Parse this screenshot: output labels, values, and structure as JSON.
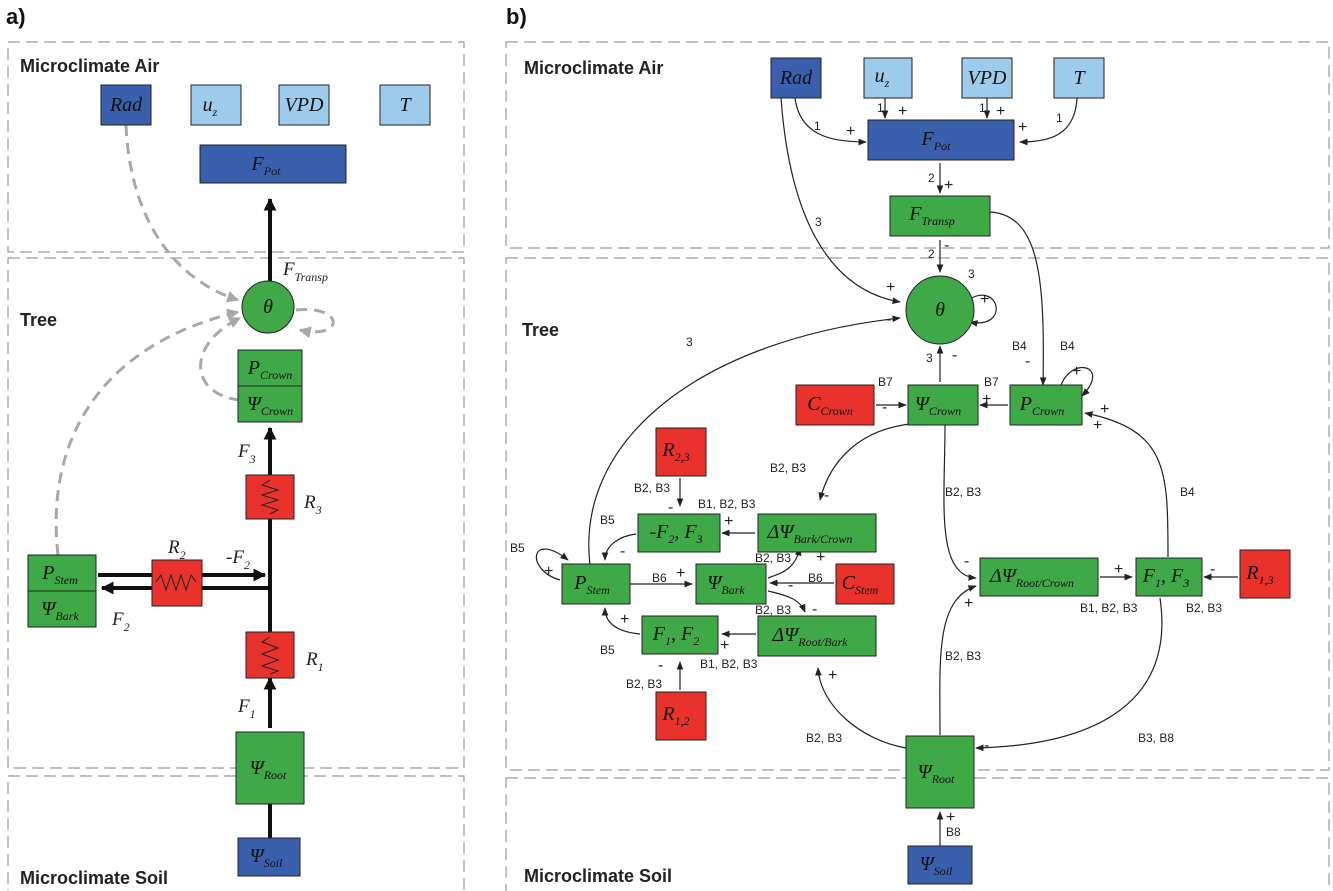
{
  "panel_a": {
    "label": "a)",
    "zones": {
      "air": "Microclimate Air",
      "tree": "Tree",
      "soil": "Microclimate Soil"
    },
    "inputs": {
      "rad": "Rad",
      "u": "u",
      "u_sub": "z",
      "vpd": "VPD",
      "t": "T"
    },
    "fpot": {
      "main": "F",
      "sub": "Pot"
    },
    "theta": "θ",
    "ftransp": {
      "main": "F",
      "sub": "Transp"
    },
    "pcrown": {
      "main": "P",
      "sub": "Crown"
    },
    "psicrown": {
      "main": "Ψ",
      "sub": "Crown"
    },
    "f3": {
      "main": "F",
      "sub": "3"
    },
    "r3": {
      "main": "R",
      "sub": "3"
    },
    "r2": {
      "main": "R",
      "sub": "2"
    },
    "negf2": {
      "main": "-F",
      "sub": "2"
    },
    "f2": {
      "main": "F",
      "sub": "2"
    },
    "pstem": {
      "main": "P",
      "sub": "Stem"
    },
    "psibark": {
      "main": "Ψ",
      "sub": "Bark"
    },
    "r1": {
      "main": "R",
      "sub": "1"
    },
    "f1": {
      "main": "F",
      "sub": "1"
    },
    "psiroot": {
      "main": "Ψ",
      "sub": "Root"
    },
    "psisoil": {
      "main": "Ψ",
      "sub": "Soil"
    }
  },
  "panel_b": {
    "label": "b)",
    "zones": {
      "air": "Microclimate Air",
      "tree": "Tree",
      "soil": "Microclimate Soil"
    },
    "inputs": {
      "rad": "Rad",
      "u": "u",
      "u_sub": "z",
      "vpd": "VPD",
      "t": "T"
    },
    "fpot": {
      "main": "F",
      "sub": "Pot"
    },
    "ftransp": {
      "main": "F",
      "sub": "Transp"
    },
    "theta": "θ",
    "psicrown": {
      "main": "Ψ",
      "sub": "Crown"
    },
    "ccrown": {
      "main": "C",
      "sub": "Crown"
    },
    "pcrown": {
      "main": "P",
      "sub": "Crown"
    },
    "r23": {
      "main": "R",
      "sub": "2,3"
    },
    "f2f3": {
      "main": "-F",
      "sub1": "2",
      "mid": ", F",
      "sub2": "3"
    },
    "dpsi_bark_crown": {
      "main": "ΔΨ",
      "sub": "Bark/Crown"
    },
    "pstem": {
      "main": "P",
      "sub": "Stem"
    },
    "psibark": {
      "main": "Ψ",
      "sub": "Bark"
    },
    "cstem": {
      "main": "C",
      "sub": "Stem"
    },
    "f1f2": {
      "main": "F",
      "sub1": "1",
      "mid": ", F",
      "sub2": "2"
    },
    "dpsi_root_bark": {
      "main": "ΔΨ",
      "sub": "Root/Bark"
    },
    "r12": {
      "main": "R",
      "sub": "1,2"
    },
    "dpsi_root_crown": {
      "main": "ΔΨ",
      "sub": "Root/Crown"
    },
    "f1f3": {
      "main": "F",
      "sub1": "1",
      "mid": ", F",
      "sub2": "3"
    },
    "r13": {
      "main": "R",
      "sub": "1,3"
    },
    "psiroot": {
      "main": "Ψ",
      "sub": "Root"
    },
    "psisoil": {
      "main": "Ψ",
      "sub": "Soil"
    },
    "edge_labels": {
      "one": "1",
      "two": "2",
      "three": "3",
      "b4": "B4",
      "b7": "B7",
      "b5": "B5",
      "b6": "B6",
      "b8": "B8",
      "b2b3": "B2, B3",
      "b1b2b3": "B1, B2, B3",
      "b3b8": "B3, B8"
    },
    "signs": {
      "plus": "+",
      "minus": "-"
    }
  },
  "colors": {
    "dark_blue": "#3a60ad",
    "light_blue": "#9ccbec",
    "green": "#3ea946",
    "red": "#e8322b",
    "dash_gray": "#a8a8a8"
  }
}
